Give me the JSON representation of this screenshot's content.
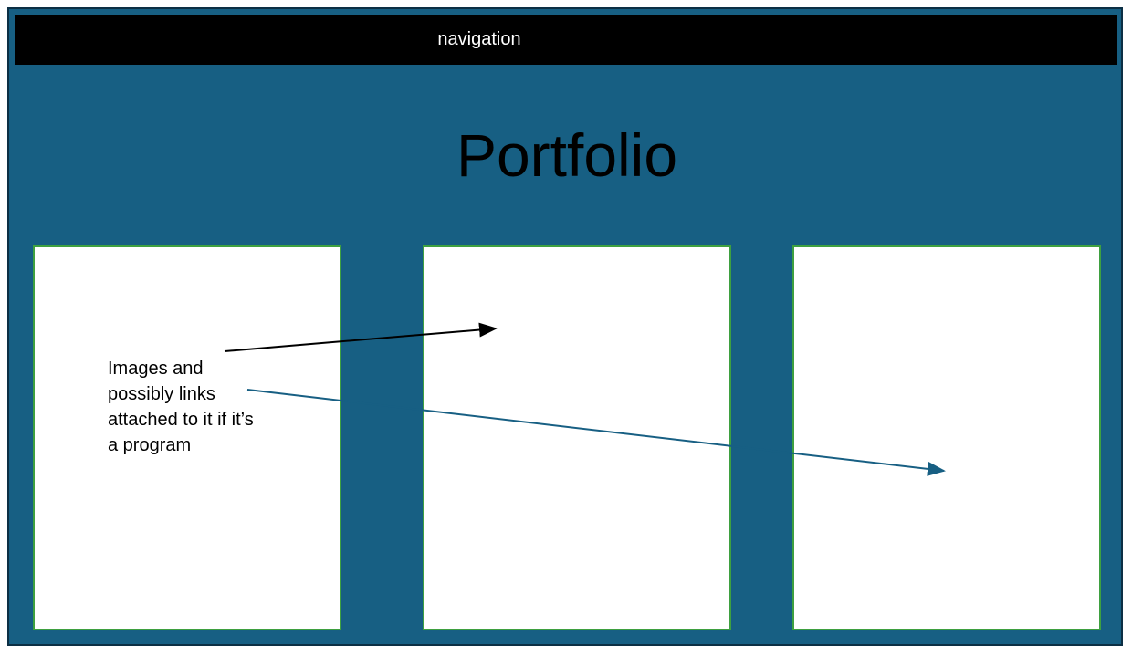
{
  "navigation": {
    "label": "navigation"
  },
  "page": {
    "title": "Portfolio"
  },
  "cards": [
    {
      "id": 1
    },
    {
      "id": 2
    },
    {
      "id": 3
    }
  ],
  "annotation": {
    "text": "Images and possibly links attached to it if it’s a program"
  },
  "colors": {
    "background": "#175f83",
    "navigation": "#000000",
    "card_fill": "#ffffff",
    "card_border": "#3ea040",
    "arrow_black": "#000000",
    "arrow_blue": "#175f83"
  }
}
